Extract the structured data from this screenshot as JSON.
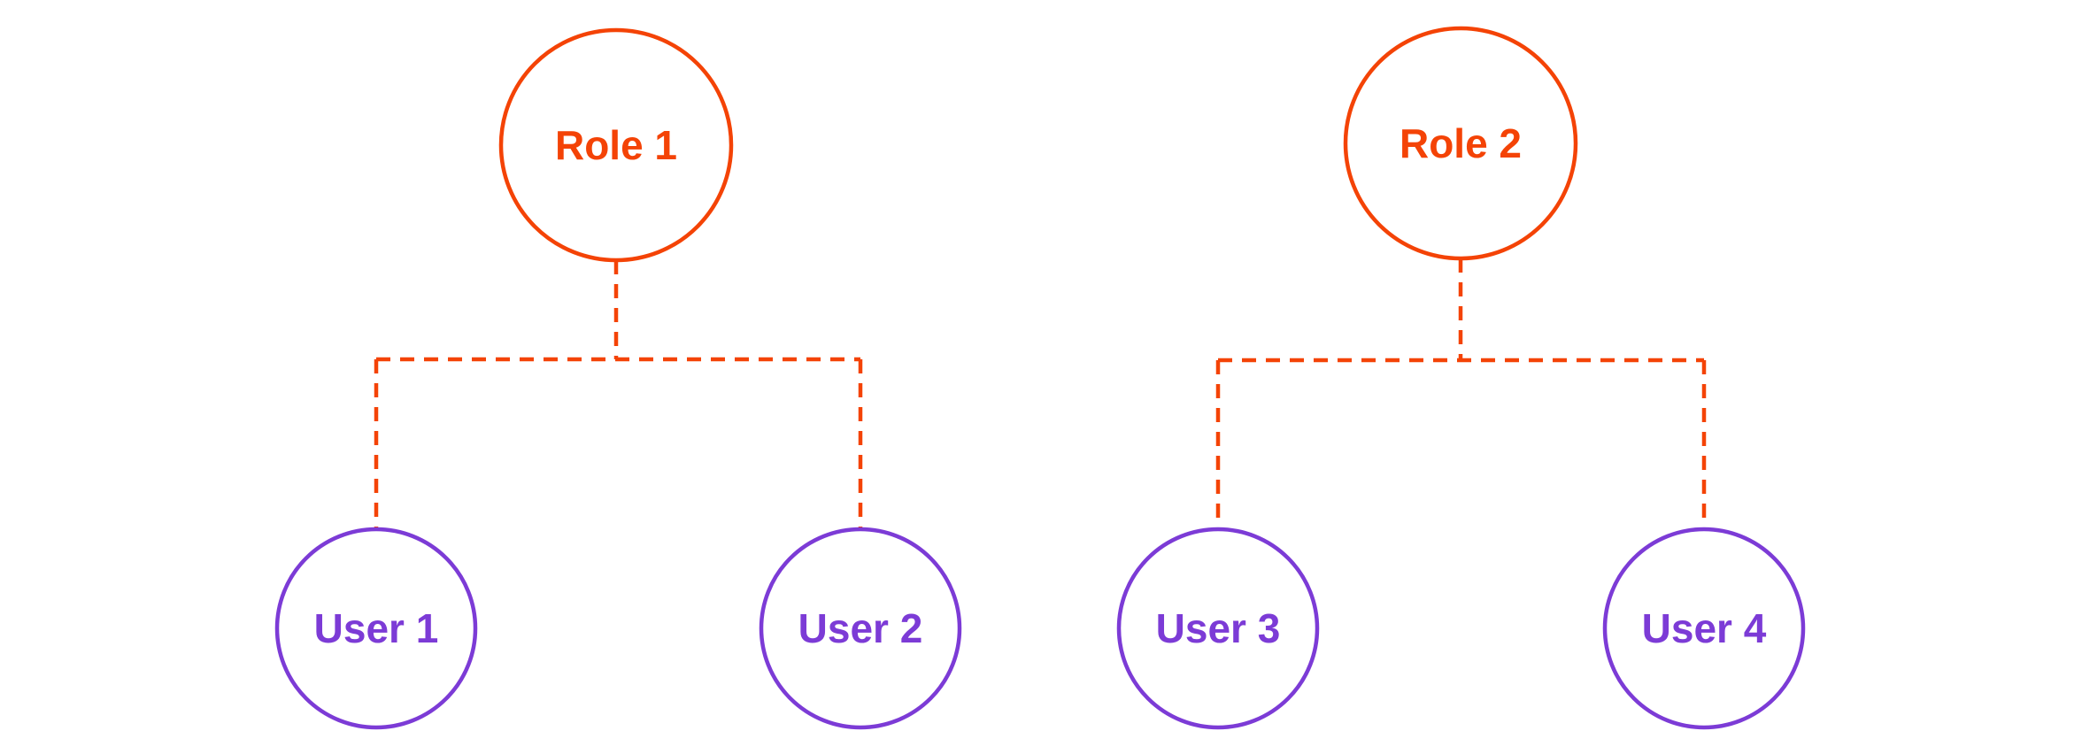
{
  "diagram": {
    "background": "#ffffff",
    "colors": {
      "role_accent": "#f44306",
      "user_accent": "#7c3bd6",
      "connector": "#f44306"
    },
    "trees": [
      {
        "root": {
          "label": "Role 1"
        },
        "children": [
          {
            "label": "User 1"
          },
          {
            "label": "User 2"
          }
        ]
      },
      {
        "root": {
          "label": "Role 2"
        },
        "children": [
          {
            "label": "User 3"
          },
          {
            "label": "User 4"
          }
        ]
      }
    ]
  }
}
